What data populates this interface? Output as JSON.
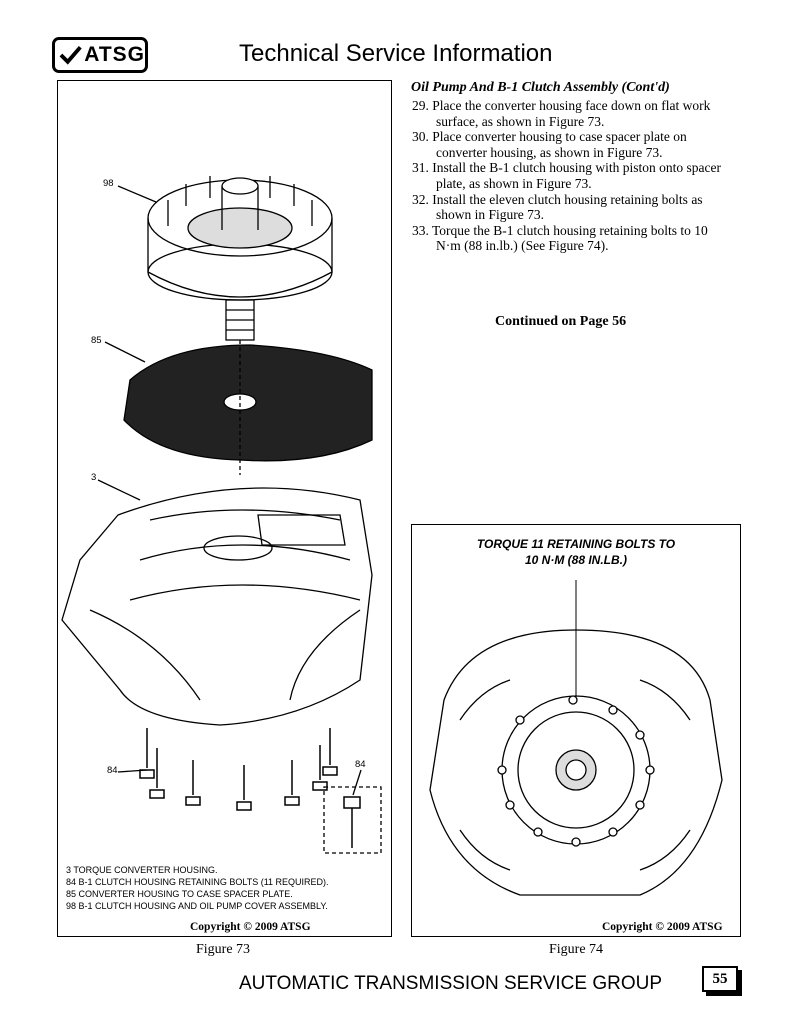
{
  "header": {
    "logo_text": "ATSG",
    "title": "Technical Service Information"
  },
  "section": {
    "heading": "Oil Pump And B-1 Clutch Assembly (Cont'd)",
    "steps": [
      "29. Place the converter housing face down on flat work surface, as shown in Figure 73.",
      "30. Place converter housing to case spacer plate on converter housing, as shown in Figure 73.",
      "31. Install the B-1 clutch housing with piston onto spacer plate, as shown in Figure 73.",
      "32. Install the eleven clutch housing retaining bolts as shown in Figure 73.",
      "33. Torque the B-1 clutch housing retaining bolts to 10 N·m (88 in.lb.) (See Figure 74)."
    ],
    "continued": "Continued on Page 56"
  },
  "figure73": {
    "label": "Figure 73",
    "copyright": "Copyright © 2009 ATSG",
    "callouts": [
      "98",
      "85",
      "3",
      "84",
      "84"
    ],
    "legend": [
      "3  TORQUE CONVERTER HOUSING.",
      "84  B-1 CLUTCH HOUSING RETAINING BOLTS  (11 REQUIRED).",
      "85  CONVERTER HOUSING TO CASE SPACER PLATE.",
      "98  B-1 CLUTCH HOUSING AND OIL PUMP COVER ASSEMBLY."
    ]
  },
  "figure74": {
    "label": "Figure 74",
    "copyright": "Copyright © 2009 ATSG",
    "note_line1": "TORQUE 11 RETAINING BOLTS TO",
    "note_line2": "10 N·M  (88 IN.LB.)"
  },
  "footer": {
    "text": "AUTOMATIC TRANSMISSION SERVICE GROUP",
    "page": "55"
  }
}
